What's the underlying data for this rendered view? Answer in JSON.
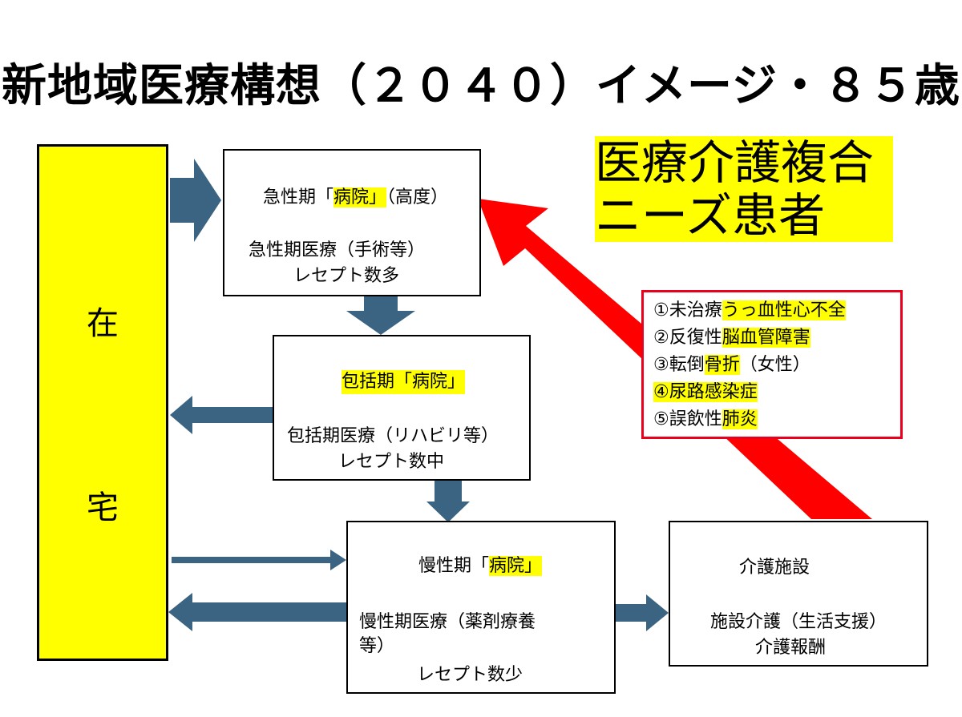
{
  "title": "新地域医療構想（２０４０）イメージ・８５歳",
  "home": {
    "char1": "在",
    "char2": "宅"
  },
  "acute": {
    "label_pre": "急性期「",
    "label_hl": "病院」",
    "label_post": "（高度）",
    "care": "急性期医療（手術等）",
    "receipt": "レセプト数多"
  },
  "comprehensive": {
    "label": "包括期「病院」",
    "care": "包括期医療（リハビリ等）",
    "receipt": "レセプト数中"
  },
  "chronic": {
    "label_pre": "慢性期「",
    "label_hl": "病院」",
    "care_line1": "慢性期医療（薬剤療養",
    "care_line2": "等）",
    "receipt": "レセプト数少"
  },
  "facility": {
    "label": "介護施設",
    "care": "施設介護（生活支援）",
    "reward": "介護報酬"
  },
  "callout": {
    "line1": "医療介護複合",
    "line2": "ニーズ患者"
  },
  "conditions": [
    {
      "pre": "①未治療",
      "hl": "うっ血性心不全",
      "post": ""
    },
    {
      "pre": "②反復性",
      "hl": "脳血管障害",
      "post": ""
    },
    {
      "pre": "③転倒",
      "hl": "骨折",
      "post": "（女性）"
    },
    {
      "pre": "",
      "hl": "④尿路感染症",
      "post": ""
    },
    {
      "pre": "⑤誤飲性",
      "hl": "肺炎",
      "post": ""
    }
  ],
  "colors": {
    "highlight": "#ffff00",
    "arrow": "#3b6482",
    "red_arrow": "#ff0000"
  }
}
